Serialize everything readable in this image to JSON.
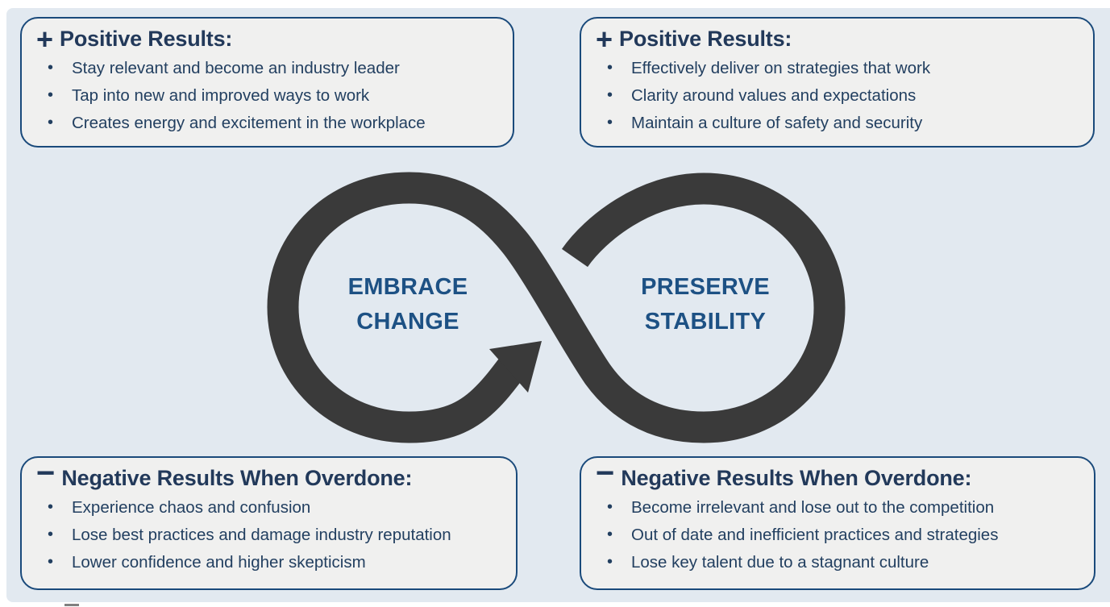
{
  "colors": {
    "page_background": "#ffffff",
    "panel_background": "#e2e9f0",
    "box_fill": "#f0f0ef",
    "box_border": "#1a4a7b",
    "heading_text": "#22395a",
    "bullet_text": "#223f60",
    "loop_stroke": "#3a3a3a",
    "pole_text": "#1d5184"
  },
  "icons": {
    "plus": "+",
    "minus": "−"
  },
  "poles": {
    "left": {
      "line1": "EMBRACE",
      "line2": "CHANGE"
    },
    "right": {
      "line1": "PRESERVE",
      "line2": "STABILITY"
    }
  },
  "quadrants": {
    "top_left": {
      "sign": "+",
      "title": "Positive Results:",
      "bullets": [
        "Stay relevant and become an industry leader",
        "Tap into new and improved ways to work",
        "Creates energy and excitement in the workplace"
      ]
    },
    "top_right": {
      "sign": "+",
      "title": "Positive Results:",
      "bullets": [
        "Effectively deliver on strategies that work",
        "Clarity around values and expectations",
        "Maintain a culture of safety and security"
      ]
    },
    "bottom_left": {
      "sign": "−",
      "title": "Negative Results When Overdone:",
      "bullets": [
        "Experience chaos and confusion",
        "Lose best practices and damage industry reputation",
        "Lower confidence and higher skepticism"
      ]
    },
    "bottom_right": {
      "sign": "−",
      "title": "Negative Results When Overdone:",
      "bullets": [
        "Become irrelevant and lose out to the competition",
        "Out of date and inefficient practices and strategies",
        "Lose key talent due to a stagnant culture"
      ]
    }
  }
}
